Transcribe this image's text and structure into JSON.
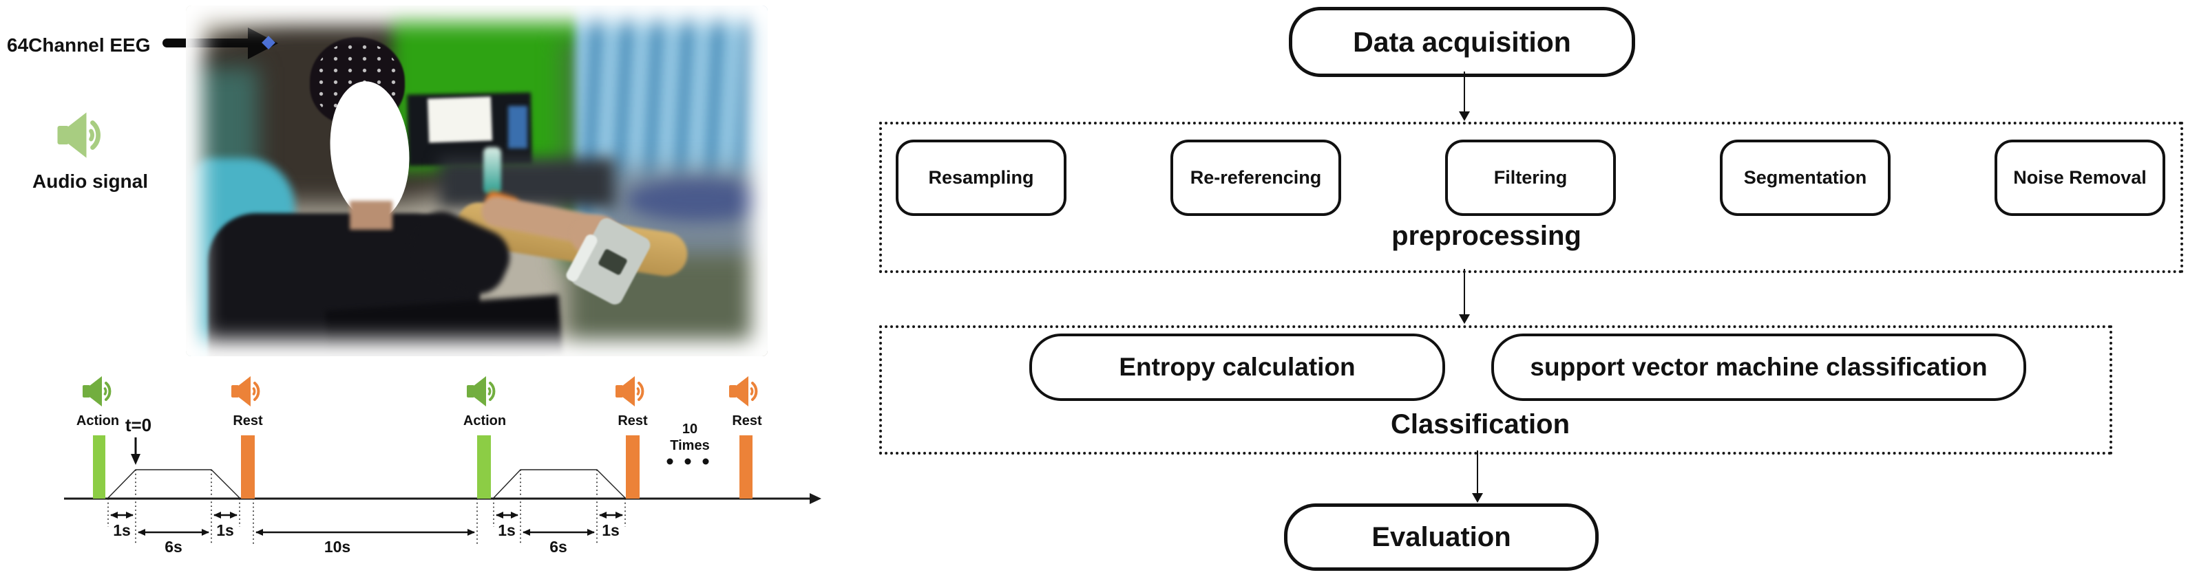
{
  "left_panel": {
    "eeg_label": "64Channel EEG",
    "audio_label": "Audio signal"
  },
  "timeline": {
    "action1": "Action",
    "rest1": "Rest",
    "action2": "Action",
    "rest2": "Rest",
    "rest3": "Rest",
    "t0": "t=0",
    "dur_1s_a": "1s",
    "dur_6s_a": "6s",
    "dur_1s_b": "1s",
    "dur_10s": "10s",
    "dur_1s_c": "1s",
    "dur_6s_b": "6s",
    "dur_1s_d": "1s",
    "ten": "10",
    "times": "Times"
  },
  "flowchart": {
    "data_acquisition": "Data acquisition",
    "preprocessing": {
      "label": "preprocessing",
      "steps": [
        "Resampling",
        "Re-referencing",
        "Filtering",
        "Segmentation",
        "Noise Removal"
      ]
    },
    "classification": {
      "label": "Classification",
      "entropy": "Entropy calculation",
      "svm": "support vector machine classification"
    },
    "evaluation": "Evaluation"
  },
  "colors": {
    "action_bar_green": "#8CCD45",
    "speaker_green": "#72AE3F",
    "audio_icon_green": "#A8CD81",
    "rest_orange": "#EC8238",
    "arrow_black": "#0b0b0b",
    "diamond_blue": "#4a6fd4"
  }
}
